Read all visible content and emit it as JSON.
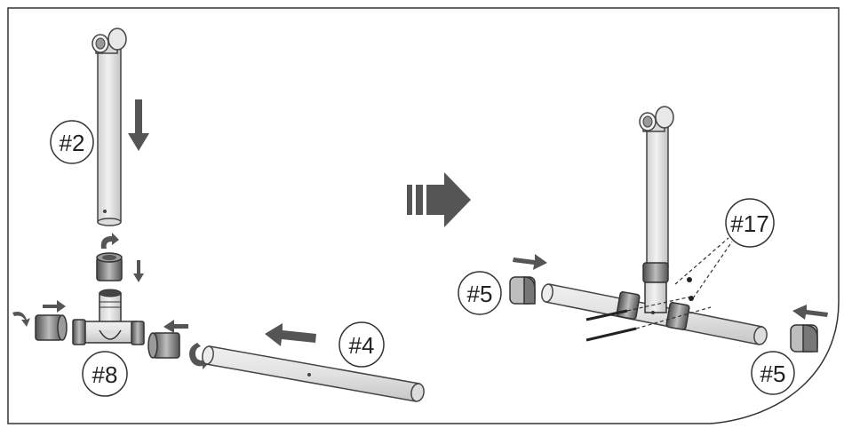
{
  "labels": {
    "part2": "#2",
    "part4": "#4",
    "part8": "#8",
    "part17": "#17",
    "part5_left": "#5",
    "part5_right": "#5"
  },
  "colors": {
    "frame": "#333333",
    "pipe_fill": "#e4e4e4",
    "pipe_stroke": "#444444",
    "arrow": "#555555",
    "coupling_dark": "#666666",
    "coupling_light": "#bdbdbd"
  },
  "icons": [
    "down-arrow-icon",
    "left-arrow-icon",
    "right-arrow-icon",
    "rotate-icon",
    "next-step-arrow-icon"
  ]
}
